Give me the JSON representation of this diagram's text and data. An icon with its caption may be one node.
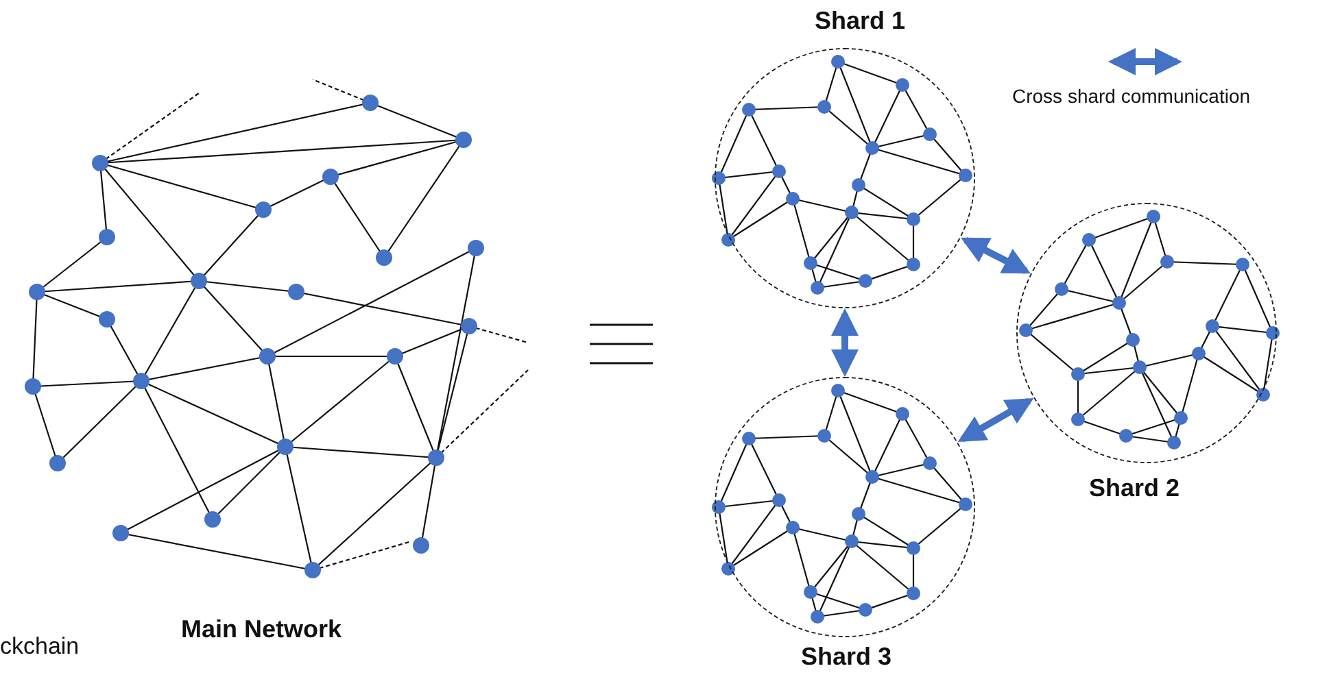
{
  "diagram": {
    "nodes": [
      {
        "text": [
          "Main Network"
        ]
      },
      {
        "text": [
          "Shard 1"
        ]
      },
      {
        "text": [
          "Shard 2"
        ]
      },
      {
        "text": [
          "Shard 3"
        ]
      }
    ],
    "edges": [
      {
        "from": 1,
        "to": 2,
        "arrow": "both"
      },
      {
        "from": 1,
        "to": 3,
        "arrow": "both"
      },
      {
        "from": 3,
        "to": 2,
        "arrow": "both"
      }
    ],
    "labels": [
      "ckchain"
    ],
    "legend": [
      {
        "text": "Cross shard communication"
      }
    ]
  }
}
